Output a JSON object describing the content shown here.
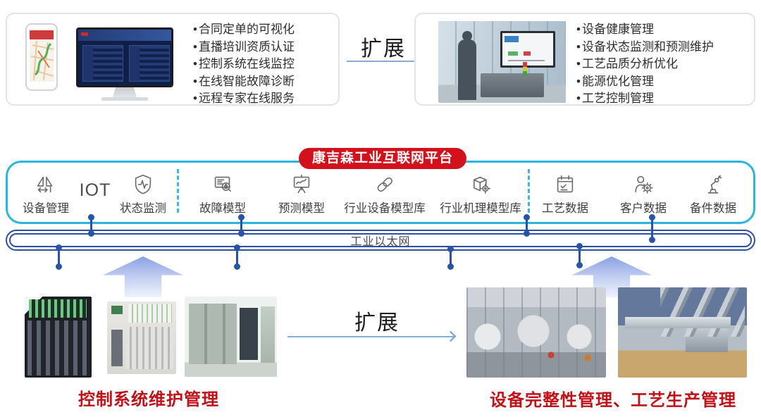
{
  "top_left_panel": {
    "bullets": [
      "合同定单的可视化",
      "直播培训资质认证",
      "控制系统在线监控",
      "在线智能故障诊断",
      "远程专家在线服务"
    ],
    "phone_image": "mobile-map-app",
    "monitor_image": "dark-dashboard-screen"
  },
  "expand_top": {
    "label": "扩展"
  },
  "top_right_panel": {
    "photo": "engineer-at-industrial-display",
    "bullets": [
      "设备健康管理",
      "设备状态监测和预测维护",
      "工艺品质分析优化",
      "能源优化管理",
      "工艺控制管理"
    ]
  },
  "platform": {
    "banner": "康吉森工业互联网平台",
    "items": [
      {
        "label": "设备管理",
        "icon": "calibration-icon"
      },
      {
        "label": "IOT",
        "icon": "text-only"
      },
      {
        "label": "状态监测",
        "icon": "shield-pulse-icon"
      },
      {
        "label": "故障模型",
        "icon": "fault-screen-magnifier-icon"
      },
      {
        "label": "预测模型",
        "icon": "prediction-board-icon"
      },
      {
        "label": "行业设备模型库",
        "icon": "chain-links-icon"
      },
      {
        "label": "行业机理模型库",
        "icon": "cube-gear-icon"
      },
      {
        "label": "工艺数据",
        "icon": "calendar-check-icon"
      },
      {
        "label": "客户数据",
        "icon": "person-gear-icon"
      },
      {
        "label": "备件数据",
        "icon": "robot-arm-icon"
      }
    ]
  },
  "ethernet": {
    "label": "工业以太网"
  },
  "expand_bottom": {
    "label": "扩展"
  },
  "bottom_left": {
    "caption": "控制系统维护管理",
    "photos": [
      "dcs-controller-rack",
      "gray-controller-rack",
      "control-cabinet-room"
    ]
  },
  "bottom_right": {
    "caption": "设备完整性管理、工艺生产管理",
    "photos": [
      "turbine-hall",
      "process-piping-plant"
    ]
  },
  "colors": {
    "banner_red": "#d2111c",
    "caption_red": "#c01118",
    "platform_border_cyan": "#2cb6de",
    "ethernet_border_navy": "#2f4fa0",
    "connector_blue": "#2753a8",
    "expand_arrow_blue": "#86abd8",
    "up_arrow_gradient_top": "#8aa0e2"
  }
}
